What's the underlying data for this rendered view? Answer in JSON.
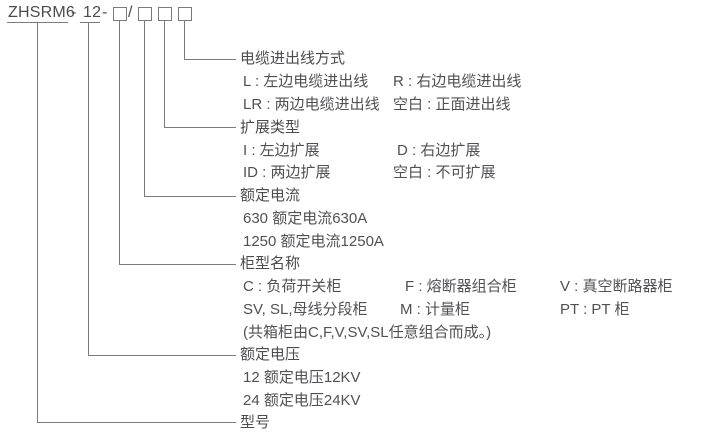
{
  "colors": {
    "background": "#ffffff",
    "text": "#515154",
    "line": "#7a7b7e"
  },
  "model_code": {
    "series": "ZHSRM6",
    "dash1": "-",
    "voltage_code": "12",
    "dash2": "-",
    "slash": "/"
  },
  "sections": {
    "cable_io": {
      "title": "电缆进出线方式",
      "option_l": "L : 左边电缆进出线",
      "option_r": "R : 右边电缆进出线",
      "option_lr": "LR : 两边电缆进出线",
      "option_blank": "空白 : 正面进出线"
    },
    "expansion": {
      "title": "扩展类型",
      "option_i": "I : 左边扩展",
      "option_d": "D : 右边扩展",
      "option_id": "ID : 两边扩展",
      "option_blank": "空白 : 不可扩展"
    },
    "rated_current": {
      "title": "额定电流",
      "option_630": "630 额定电流630A",
      "option_1250": "1250 额定电流1250A"
    },
    "cabinet_type": {
      "title": "柜型名称",
      "option_c": "C : 负荷开关柜",
      "option_f": "F : 熔断器组合柜",
      "option_v": "V : 真空断路器柜",
      "option_sv_sl": "SV, SL,母线分段柜",
      "option_m": "M : 计量柜",
      "option_pt": "PT : PT 柜",
      "note": "(共箱柜由C,F,V,SV,SL任意组合而成。)"
    },
    "rated_voltage": {
      "title": "额定电压",
      "option_12": "12 额定电压12KV",
      "option_24": "24 额定电压24KV"
    },
    "model": {
      "title": "型号"
    }
  }
}
